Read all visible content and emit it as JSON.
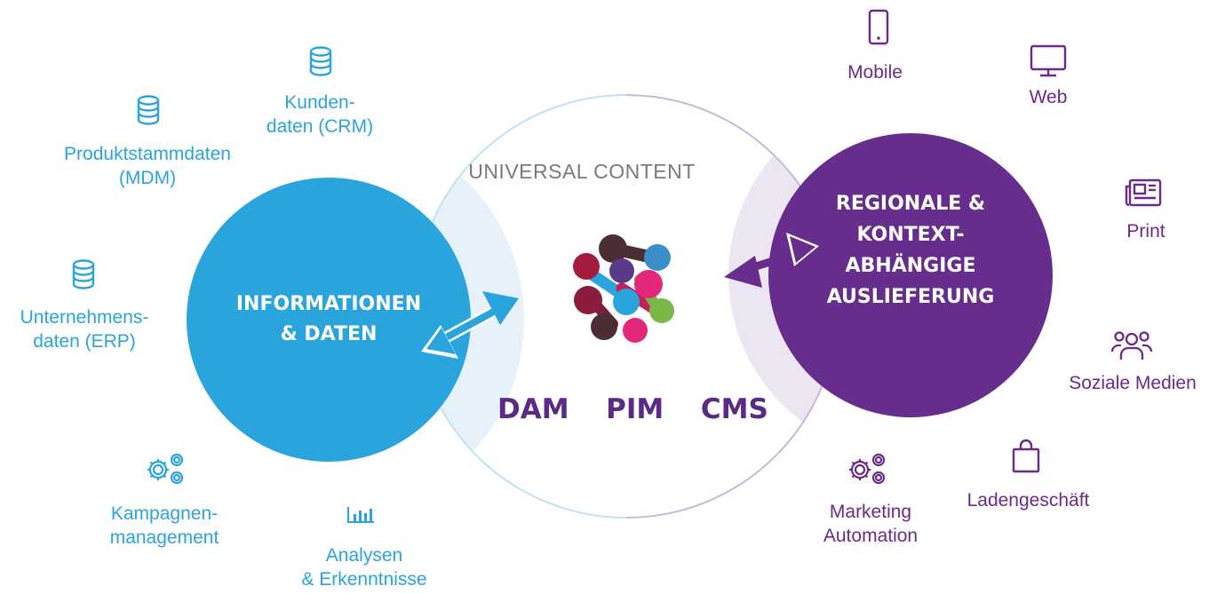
{
  "left_hub": {
    "title_line1": "INFORMATIONEN",
    "title_line2": "& DATEN",
    "color": "#2aa4dd"
  },
  "right_hub": {
    "title_line1": "REGIONALE &",
    "title_line2": "KONTEXT-",
    "title_line3": "ABHÄNGIGE",
    "title_line4": "AUSLIEFERUNG",
    "color": "#662d8c"
  },
  "center": {
    "title": "UNIVERSAL CONTENT",
    "systems": "DAM  PIM  CMS"
  },
  "sources": [
    {
      "icon": "database-icon",
      "line1": "Kunden-",
      "line2": "daten (CRM)"
    },
    {
      "icon": "database-icon",
      "line1": "Produktstammdaten",
      "line2": "(MDM)"
    },
    {
      "icon": "database-icon",
      "line1": "Unternehmens-",
      "line2": "daten (ERP)"
    },
    {
      "icon": "gears-icon",
      "line1": "Kampagnen-",
      "line2": "management"
    },
    {
      "icon": "bar-chart-icon",
      "line1": "Analysen",
      "line2": "& Erkenntnisse"
    }
  ],
  "channels": [
    {
      "icon": "mobile-icon",
      "label": "Mobile"
    },
    {
      "icon": "monitor-icon",
      "label": "Web"
    },
    {
      "icon": "newspaper-icon",
      "label": "Print"
    },
    {
      "icon": "people-icon",
      "label": "Soziale Medien"
    },
    {
      "icon": "shopping-bag-icon",
      "label": "Ladengeschäft"
    },
    {
      "icon": "gears-icon",
      "line1": "Marketing",
      "line2": "Automation"
    }
  ]
}
